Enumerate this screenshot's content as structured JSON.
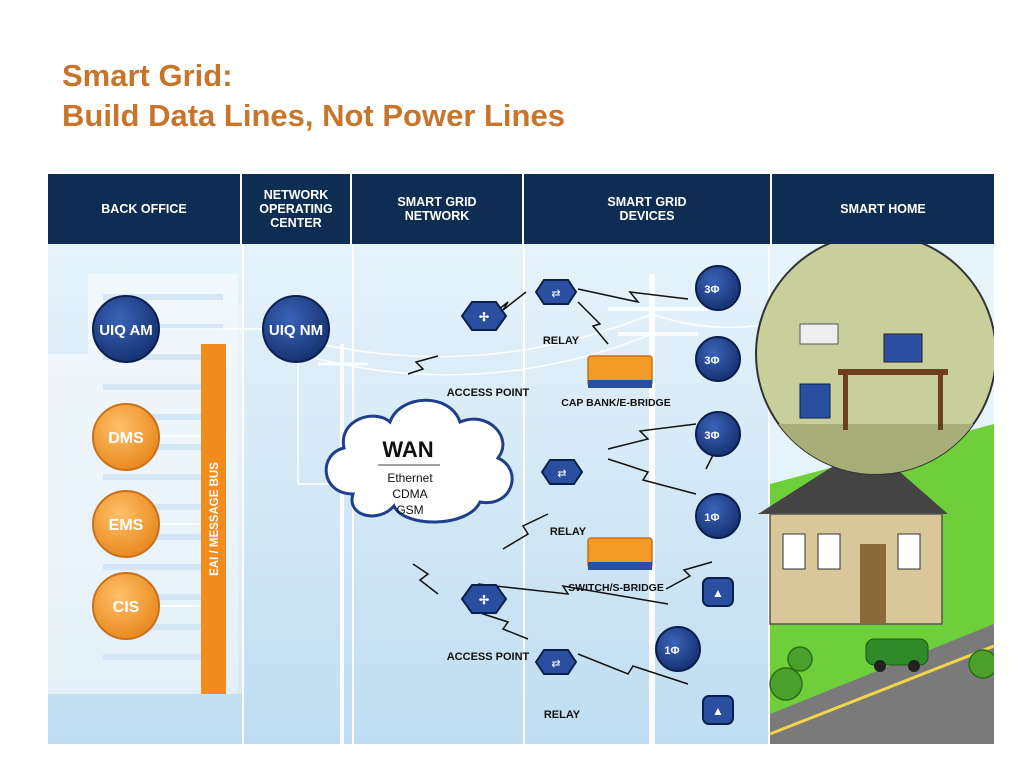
{
  "title": {
    "line1": "Smart Grid:",
    "line2": "Build Data Lines, Not Power Lines"
  },
  "columns": {
    "back_office": "BACK OFFICE",
    "network_operating_center": [
      "NETWORK",
      "OPERATING",
      "CENTER"
    ],
    "smart_grid_network": [
      "SMART GRID",
      "NETWORK"
    ],
    "smart_grid_devices": [
      "SMART GRID",
      "DEVICES"
    ],
    "smart_home": "SMART HOME"
  },
  "back_office": {
    "uiq_am": "UIQ AM",
    "dms": "DMS",
    "ems": "EMS",
    "cis": "CIS",
    "message_bus": "EAI / MESSAGE BUS"
  },
  "network_operating_center": {
    "uiq_nm": "UIQ NM"
  },
  "wan": {
    "title": "WAN",
    "lines": [
      "Ethernet",
      "CDMA",
      "GSM"
    ]
  },
  "labels": {
    "access_point_top": "ACCESS POINT",
    "access_point_bottom": "ACCESS POINT",
    "relay_1": "RELAY",
    "relay_2": "RELAY",
    "relay_3": "RELAY",
    "cap_bank": "CAP BANK/E-BRIDGE",
    "switch": "SWITCH/S-BRIDGE"
  },
  "meters": {
    "three_phase": "3Φ",
    "one_phase": "1Φ"
  },
  "colors": {
    "title": "#c8742a",
    "header": "#0f2d53",
    "node_blue": "#1f3f8c",
    "node_orange": "#f39a27",
    "bus_orange": "#f28c1e",
    "sky": "#cfe6f5",
    "grass": "#6fcf3a"
  }
}
